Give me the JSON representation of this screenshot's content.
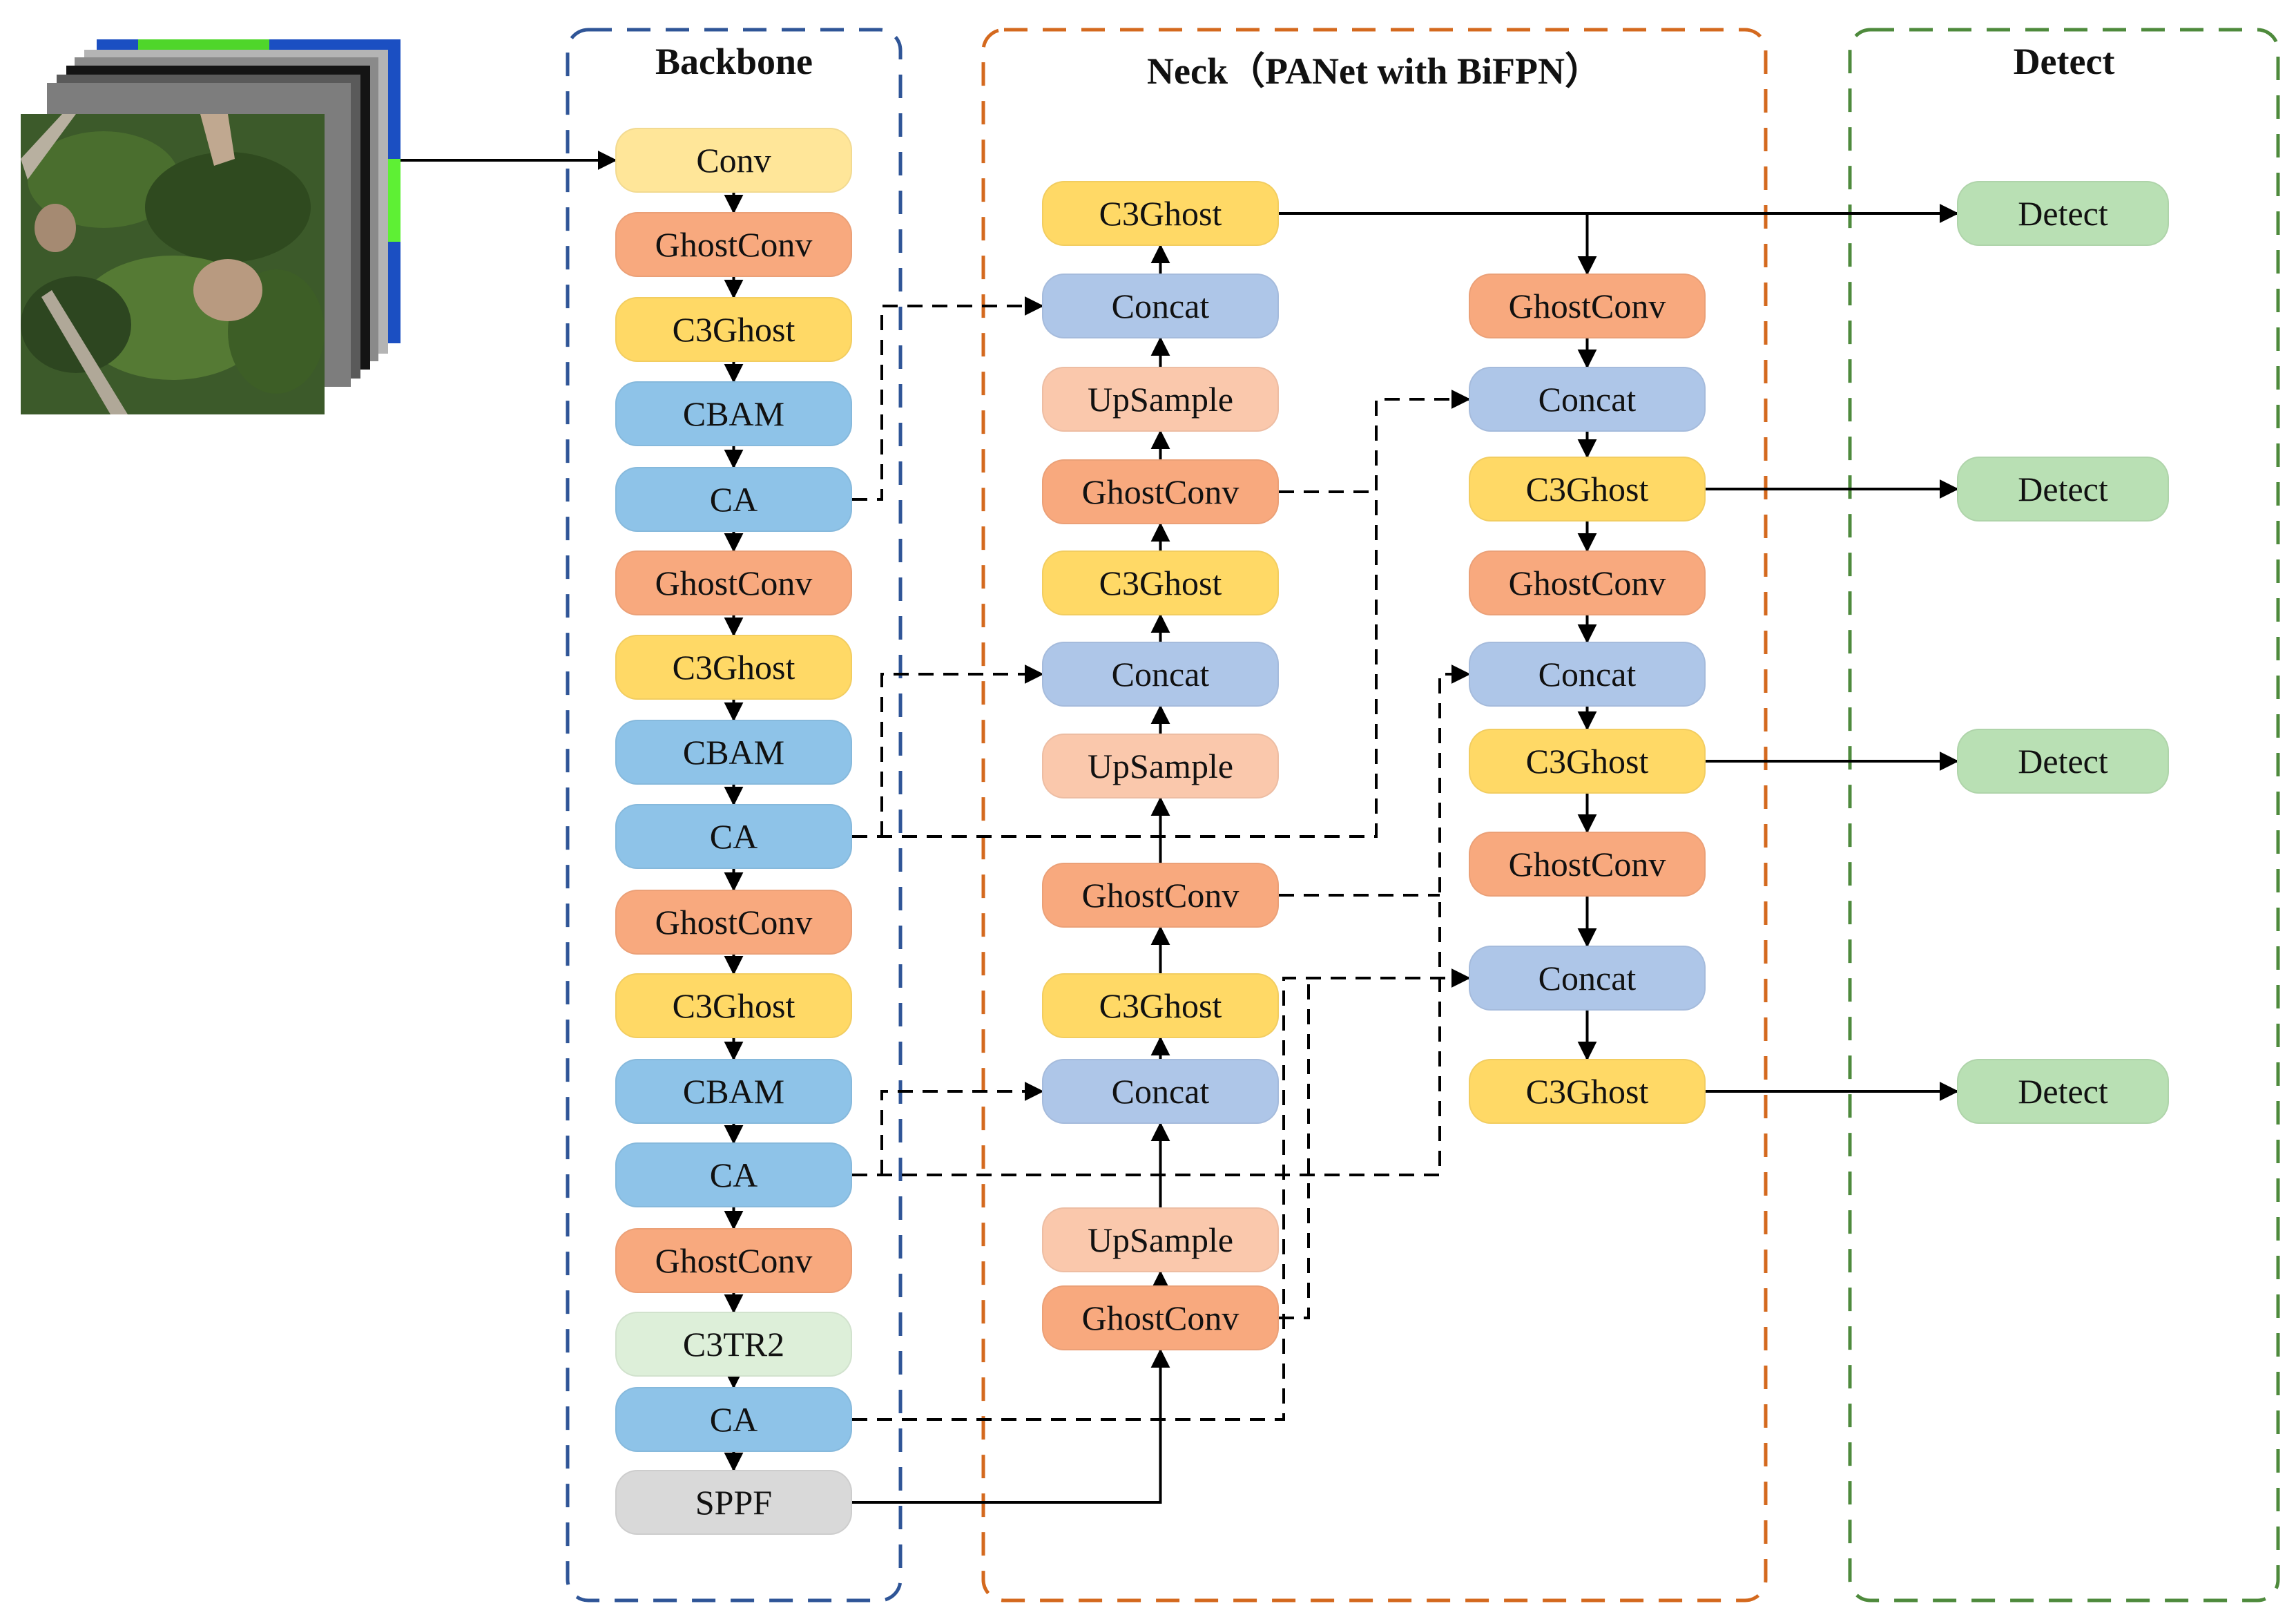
{
  "colors": {
    "conv": "#FFE699",
    "ghostconv": "#F8A97E",
    "c3ghost": "#FFD966",
    "cbam": "#8EC3E8",
    "ca": "#8EC3E8",
    "concat": "#AEC6E8",
    "upsample": "#FAC8AC",
    "c3tr2": "#DDEFD9",
    "sppf": "#D9D9D9",
    "detect": "#B9E0B4",
    "backbone_border": "#2F5597",
    "neck_border": "#D4691E",
    "detect_border": "#4E8A3C",
    "line": "#000000"
  },
  "groups": {
    "backbone": {
      "title": "Backbone"
    },
    "neck": {
      "title": "Neck（PANet with BiFPN）"
    },
    "detect": {
      "title": "Detect"
    }
  },
  "input_image": {
    "label": "multispectral-input-stack",
    "layers": 7
  },
  "backbone": [
    {
      "id": "b0",
      "label": "Conv",
      "type": "conv"
    },
    {
      "id": "b1",
      "label": "GhostConv",
      "type": "ghostconv"
    },
    {
      "id": "b2",
      "label": "C3Ghost",
      "type": "c3ghost"
    },
    {
      "id": "b3",
      "label": "CBAM",
      "type": "cbam"
    },
    {
      "id": "b4",
      "label": "CA",
      "type": "ca"
    },
    {
      "id": "b5",
      "label": "GhostConv",
      "type": "ghostconv"
    },
    {
      "id": "b6",
      "label": "C3Ghost",
      "type": "c3ghost"
    },
    {
      "id": "b7",
      "label": "CBAM",
      "type": "cbam"
    },
    {
      "id": "b8",
      "label": "CA",
      "type": "ca"
    },
    {
      "id": "b9",
      "label": "GhostConv",
      "type": "ghostconv"
    },
    {
      "id": "b10",
      "label": "C3Ghost",
      "type": "c3ghost"
    },
    {
      "id": "b11",
      "label": "CBAM",
      "type": "cbam"
    },
    {
      "id": "b12",
      "label": "CA",
      "type": "ca"
    },
    {
      "id": "b13",
      "label": "GhostConv",
      "type": "ghostconv"
    },
    {
      "id": "b14",
      "label": "C3TR2",
      "type": "c3tr2"
    },
    {
      "id": "b15",
      "label": "CA",
      "type": "ca"
    },
    {
      "id": "b16",
      "label": "SPPF",
      "type": "sppf"
    }
  ],
  "neck_top_down": [
    {
      "id": "n0",
      "label": "C3Ghost",
      "type": "c3ghost"
    },
    {
      "id": "n1",
      "label": "Concat",
      "type": "concat"
    },
    {
      "id": "n2",
      "label": "UpSample",
      "type": "upsample"
    },
    {
      "id": "n3",
      "label": "GhostConv",
      "type": "ghostconv"
    },
    {
      "id": "n4",
      "label": "C3Ghost",
      "type": "c3ghost"
    },
    {
      "id": "n5",
      "label": "Concat",
      "type": "concat"
    },
    {
      "id": "n6",
      "label": "UpSample",
      "type": "upsample"
    },
    {
      "id": "n7",
      "label": "GhostConv",
      "type": "ghostconv"
    },
    {
      "id": "n8",
      "label": "C3Ghost",
      "type": "c3ghost"
    },
    {
      "id": "n9",
      "label": "Concat",
      "type": "concat"
    },
    {
      "id": "n10",
      "label": "UpSample",
      "type": "upsample"
    },
    {
      "id": "n11",
      "label": "GhostConv",
      "type": "ghostconv"
    }
  ],
  "neck_bottom_up": [
    {
      "id": "m0",
      "label": "GhostConv",
      "type": "ghostconv"
    },
    {
      "id": "m1",
      "label": "Concat",
      "type": "concat"
    },
    {
      "id": "m2",
      "label": "C3Ghost",
      "type": "c3ghost"
    },
    {
      "id": "m3",
      "label": "GhostConv",
      "type": "ghostconv"
    },
    {
      "id": "m4",
      "label": "Concat",
      "type": "concat"
    },
    {
      "id": "m5",
      "label": "C3Ghost",
      "type": "c3ghost"
    },
    {
      "id": "m6",
      "label": "GhostConv",
      "type": "ghostconv"
    },
    {
      "id": "m7",
      "label": "Concat",
      "type": "concat"
    },
    {
      "id": "m8",
      "label": "C3Ghost",
      "type": "c3ghost"
    }
  ],
  "detect": [
    {
      "id": "d0",
      "label": "Detect",
      "type": "detect"
    },
    {
      "id": "d1",
      "label": "Detect",
      "type": "detect"
    },
    {
      "id": "d2",
      "label": "Detect",
      "type": "detect"
    },
    {
      "id": "d3",
      "label": "Detect",
      "type": "detect"
    }
  ],
  "edges": [
    {
      "from": "input",
      "to": "b0",
      "style": "solid"
    },
    {
      "from": "b16",
      "to": "n11",
      "style": "solid"
    },
    {
      "from": "n0",
      "to": "m0",
      "style": "solid"
    },
    {
      "from": "n0",
      "to": "d0",
      "style": "solid"
    },
    {
      "from": "m2",
      "to": "d1",
      "style": "solid"
    },
    {
      "from": "m5",
      "to": "d2",
      "style": "solid"
    },
    {
      "from": "m8",
      "to": "d3",
      "style": "solid"
    },
    {
      "from": "b4",
      "to": "n1",
      "style": "dashed"
    },
    {
      "from": "b8",
      "to": "n5",
      "style": "dashed"
    },
    {
      "from": "b8",
      "to": "m1",
      "style": "dashed"
    },
    {
      "from": "n3",
      "to": "m1",
      "style": "dashed"
    },
    {
      "from": "b12",
      "to": "n9",
      "style": "dashed"
    },
    {
      "from": "b12",
      "to": "m4",
      "style": "dashed"
    },
    {
      "from": "n7",
      "to": "m4",
      "style": "dashed"
    },
    {
      "from": "b15",
      "to": "m7",
      "style": "dashed"
    },
    {
      "from": "n11",
      "to": "m7",
      "style": "dashed"
    }
  ]
}
